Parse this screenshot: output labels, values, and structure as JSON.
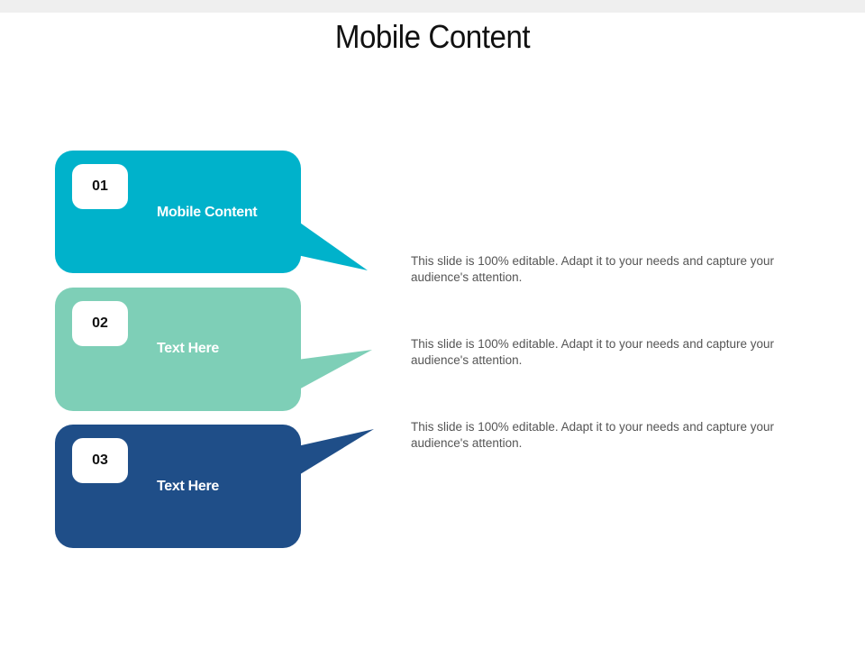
{
  "slide": {
    "title": "Mobile Content",
    "items": [
      {
        "number": "01",
        "label": "Mobile Content",
        "color": "#00B2CB",
        "description": "This slide is 100% editable. Adapt it to your needs and capture your audience's attention."
      },
      {
        "number": "02",
        "label": "Text Here",
        "color": "#7ECFB7",
        "description": "This slide is 100% editable. Adapt it to your needs and capture your audience's attention."
      },
      {
        "number": "03",
        "label": "Text Here",
        "color": "#1F4E88",
        "description": "This slide is 100% editable. Adapt it to your needs and capture your audience's attention."
      }
    ]
  }
}
